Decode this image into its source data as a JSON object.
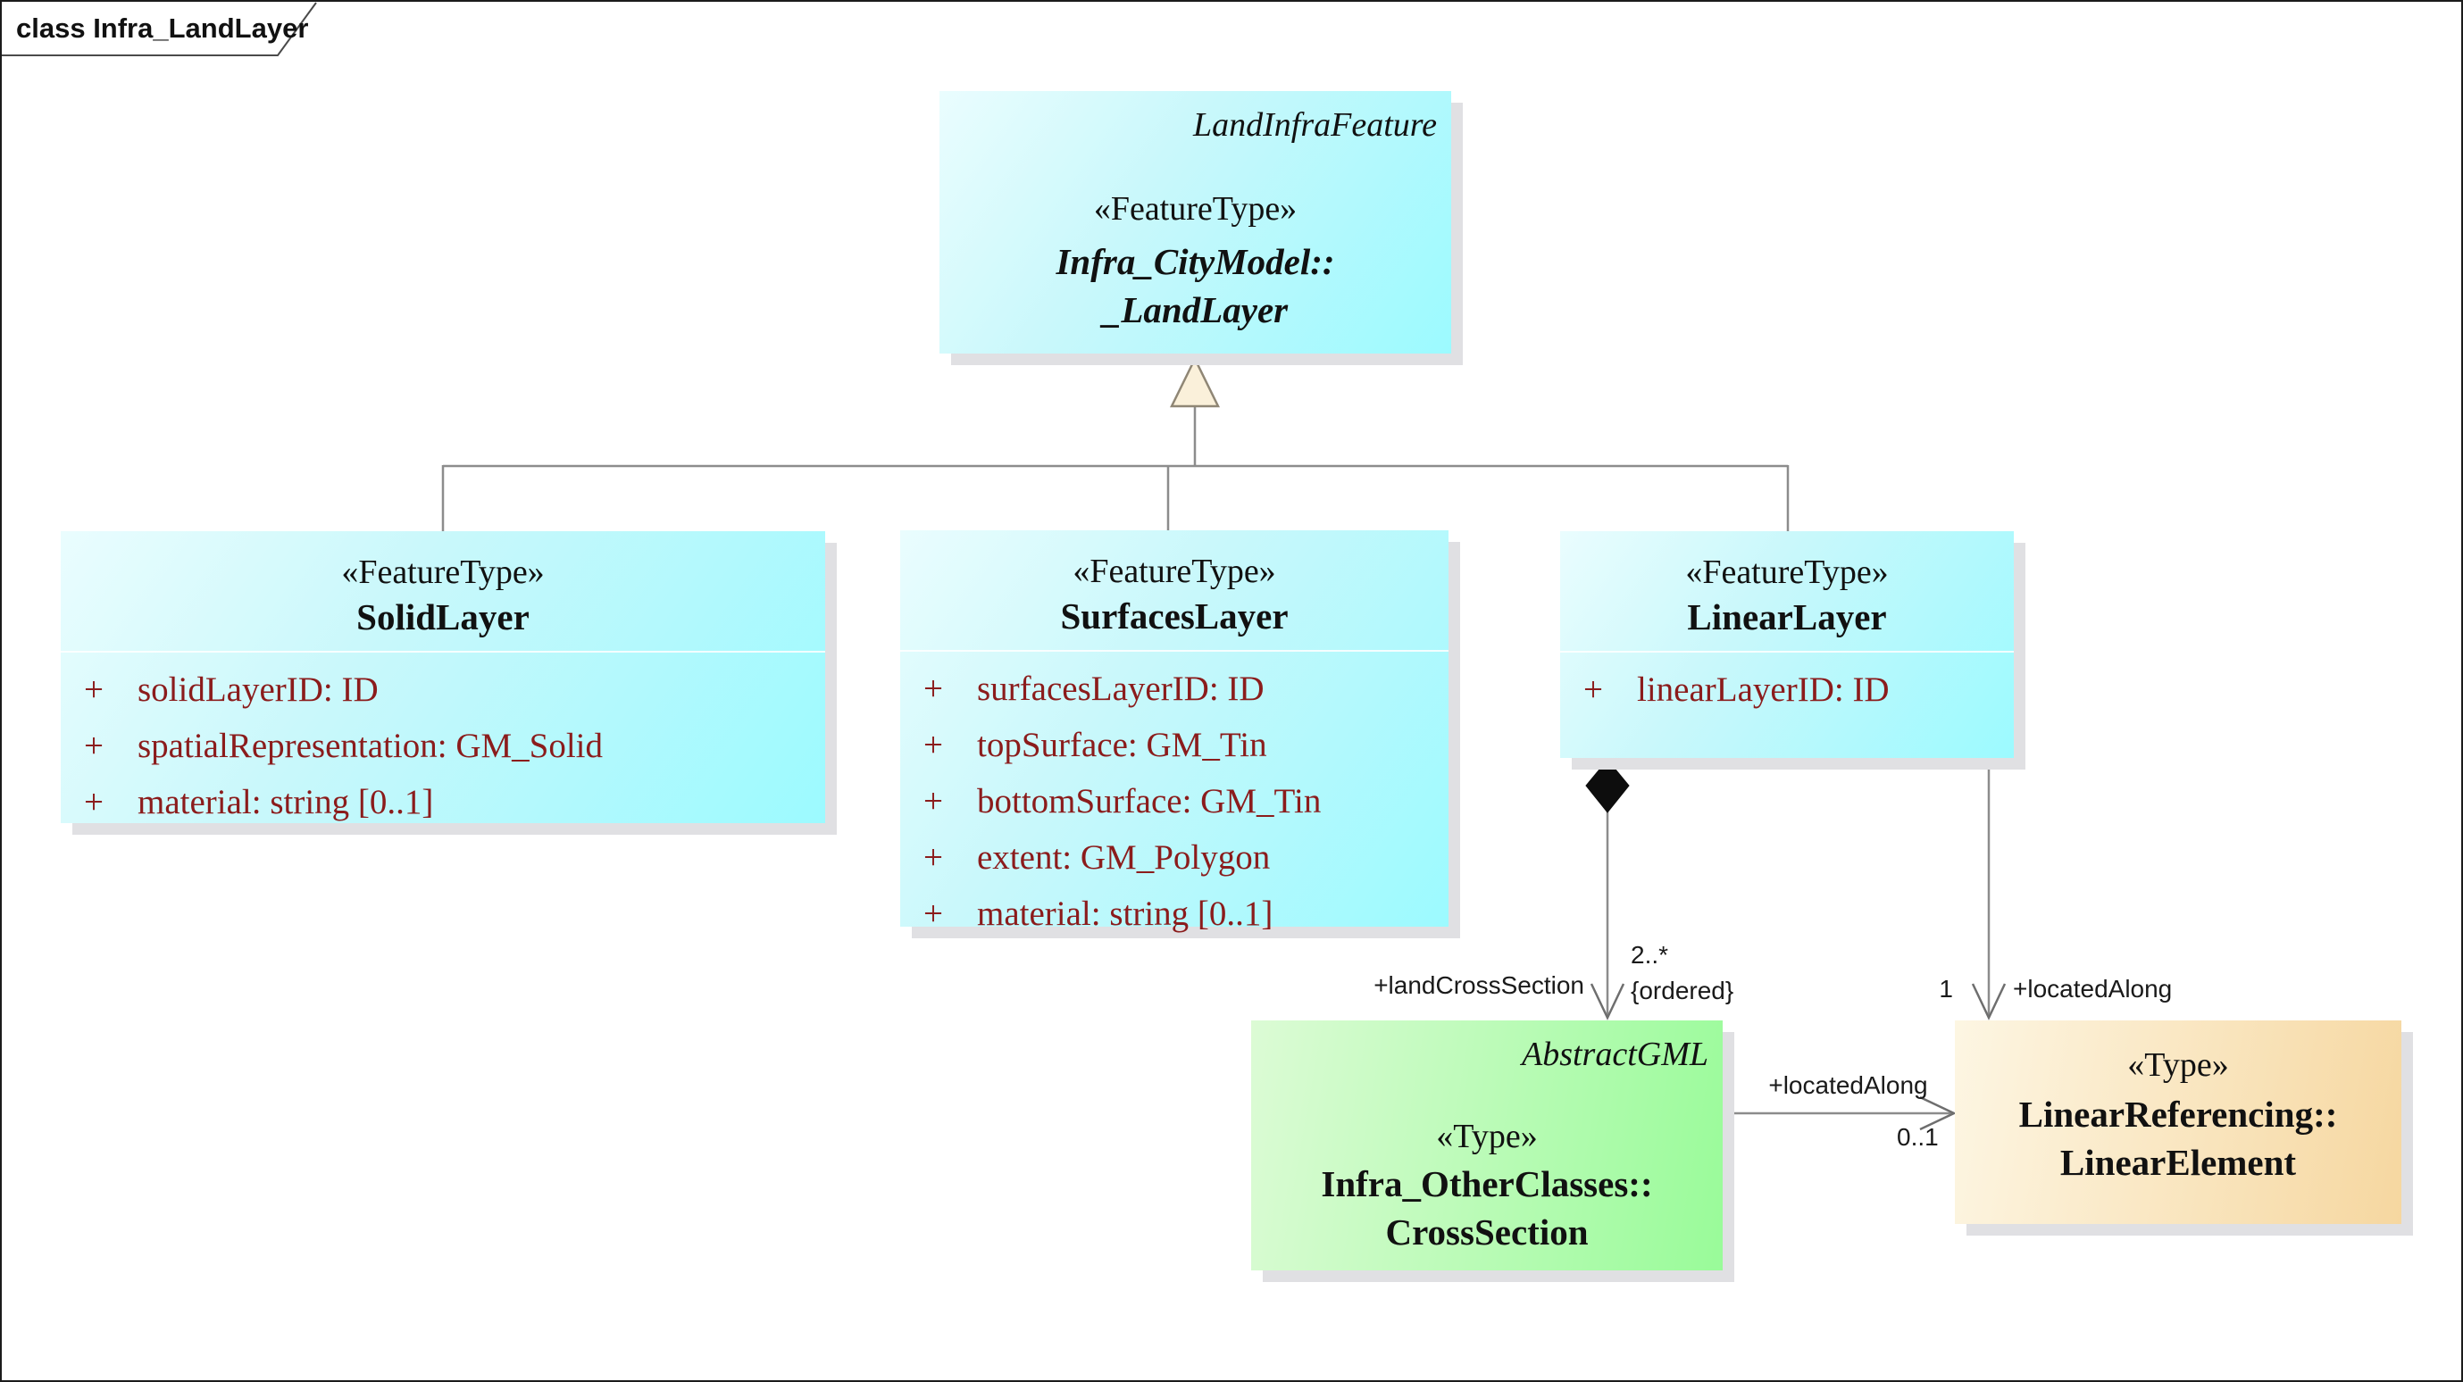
{
  "diagram": {
    "title": "class Infra_LandLayer"
  },
  "classes": {
    "land_layer": {
      "corner_label": "LandInfraFeature",
      "stereotype": "«FeatureType»",
      "name_line1": "Infra_CityModel::",
      "name_line2": "_LandLayer"
    },
    "solid_layer": {
      "stereotype": "«FeatureType»",
      "name": "SolidLayer",
      "attributes": [
        {
          "vis": "+",
          "text": "solidLayerID: ID"
        },
        {
          "vis": "+",
          "text": "spatialRepresentation: GM_Solid"
        },
        {
          "vis": "+",
          "text": "material: string [0..1]"
        }
      ]
    },
    "surfaces_layer": {
      "stereotype": "«FeatureType»",
      "name": "SurfacesLayer",
      "attributes": [
        {
          "vis": "+",
          "text": "surfacesLayerID: ID"
        },
        {
          "vis": "+",
          "text": "topSurface: GM_Tin"
        },
        {
          "vis": "+",
          "text": "bottomSurface: GM_Tin"
        },
        {
          "vis": "+",
          "text": "extent: GM_Polygon"
        },
        {
          "vis": "+",
          "text": "material: string [0..1]"
        }
      ]
    },
    "linear_layer": {
      "stereotype": "«FeatureType»",
      "name": "LinearLayer",
      "attributes": [
        {
          "vis": "+",
          "text": "linearLayerID: ID"
        }
      ]
    },
    "cross_section": {
      "corner_label": "AbstractGML",
      "stereotype": "«Type»",
      "name_line1": "Infra_OtherClasses::",
      "name_line2": "CrossSection"
    },
    "linear_element": {
      "stereotype": "«Type»",
      "name_line1": "LinearReferencing::",
      "name_line2": "LinearElement"
    }
  },
  "associations": {
    "land_cross_section": {
      "role": "+landCrossSection",
      "multiplicity": "2..*",
      "constraint": "{ordered}"
    },
    "located_along_vertical": {
      "multiplicity": "1",
      "role": "+locatedAlong"
    },
    "located_along_horizontal": {
      "role": "+locatedAlong",
      "multiplicity": "0..1"
    }
  },
  "colors": {
    "class_fill_cyan_light": "#eafdfe",
    "class_fill_cyan_dark": "#9cfaff",
    "class_fill_green_light": "#dcfbd5",
    "class_fill_green_dark": "#99fb99",
    "class_fill_tan_light": "#fdf6e3",
    "class_fill_tan_dark": "#f6d7a0",
    "attribute_text": "#8b1c1c",
    "connector_line": "#8c8c8c",
    "generalization_triangle_fill": "#faf0da",
    "box_shadow": "#e0e0e3"
  }
}
